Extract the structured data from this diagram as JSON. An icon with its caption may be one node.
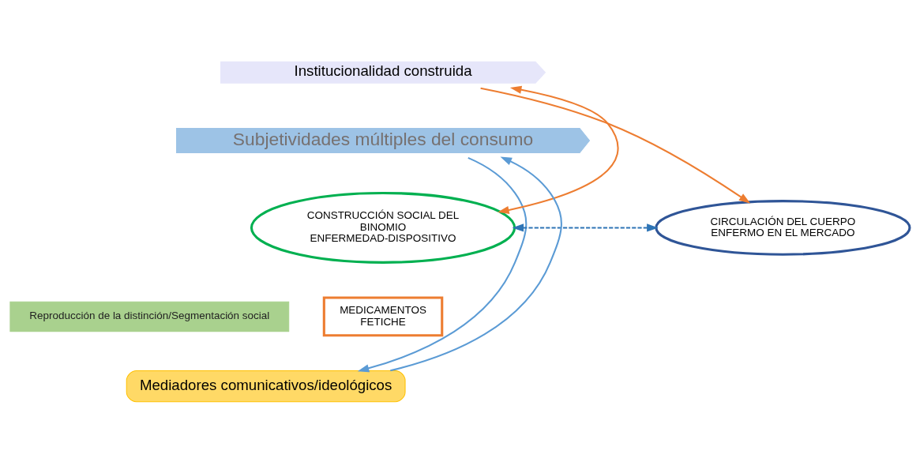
{
  "diagram": {
    "nodes": [
      {
        "text": [
          "Reproducción de la distinción/Segmentación social"
        ]
      },
      {
        "text": [
          "Institucionalidad construida"
        ]
      },
      {
        "text": [
          "Subjetividades múltiples del consumo"
        ]
      },
      {
        "text": [
          "CONSTRUCCIÓN SOCIAL DEL BINOMIO ENFERMEDAD-DISPOSITIVO"
        ]
      },
      {
        "text": [
          "CIRCULACIÓN DEL CUERPO ENFERMO EN EL MERCADO"
        ]
      },
      {
        "text": [
          "MEDICAMENTOS FETICHE"
        ]
      },
      {
        "text": [
          "Mediadores comunicativos/ideológicos"
        ]
      }
    ],
    "edges": [
      {
        "from": 3,
        "to": 1,
        "arrow": "both",
        "color": "#ed7d31"
      },
      {
        "from": 1,
        "to": 4,
        "arrow": "to",
        "color": "#ed7d31"
      },
      {
        "from": 6,
        "to": 2,
        "arrow": "to",
        "color": "#5b9bd5"
      },
      {
        "from": 2,
        "to": 6,
        "arrow": "to",
        "color": "#5b9bd5"
      },
      {
        "from": 3,
        "to": 4,
        "arrow": "both",
        "style": "dashed",
        "color": "#2e75b6"
      }
    ]
  }
}
